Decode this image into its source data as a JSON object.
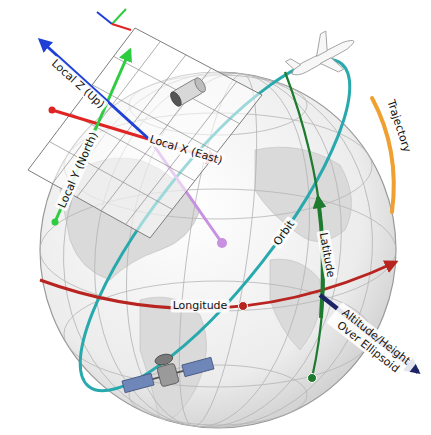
{
  "diagram": {
    "labels": [
      "Local Z (Up)",
      "Local Y (North)",
      "Local X (East)",
      "Trajectory",
      "Orbit",
      "Latitude",
      "Longitude",
      "Altitude/Height Over Ellipsoid"
    ]
  }
}
